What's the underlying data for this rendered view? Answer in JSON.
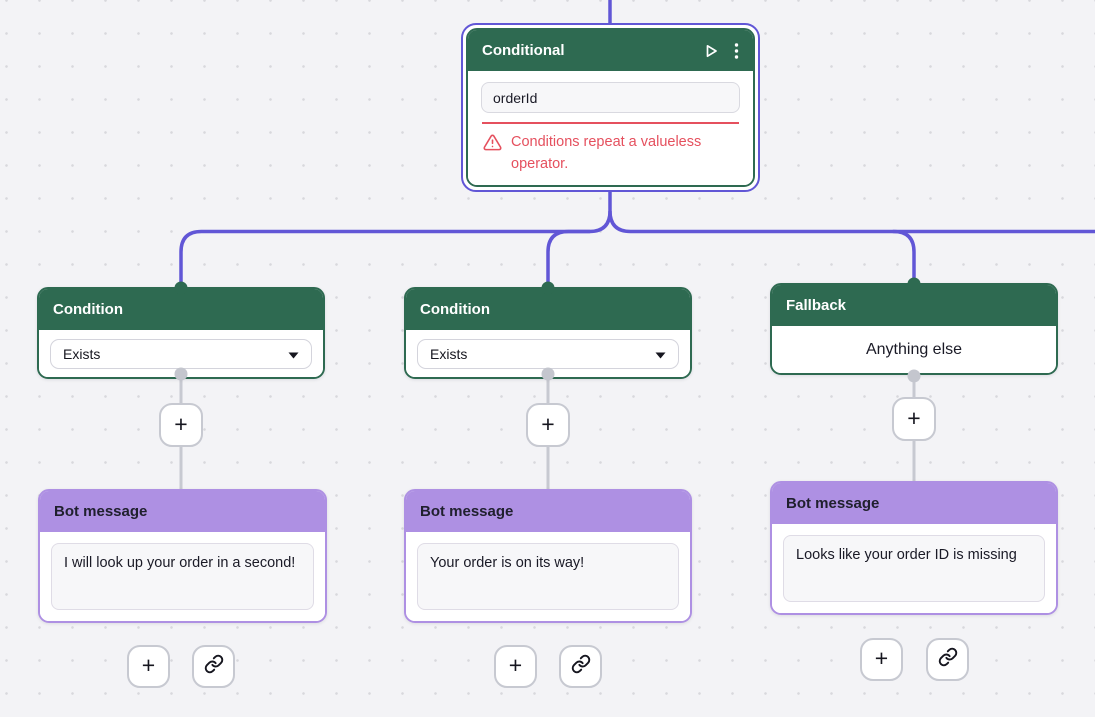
{
  "app": {
    "view": "chatbot-flow-canvas"
  },
  "colors": {
    "canvas_bg": "#f3f3f6",
    "grid_dot": "#d8d8dd",
    "node_green": "#2e6a51",
    "node_purple": "#ae90e3",
    "selection_purple": "#6156d6",
    "connector_purple": "#6156d6",
    "connector_gray": "#c7c9d1",
    "error_red": "#e5505e"
  },
  "conditional": {
    "title": "Conditional",
    "input_value": "orderId",
    "error_text": "Conditions repeat a valueless operator."
  },
  "branches": [
    {
      "title": "Condition",
      "operator": "Exists",
      "bot_title": "Bot message",
      "message": "I will look up your order in a second!"
    },
    {
      "title": "Condition",
      "operator": "Exists",
      "bot_title": "Bot message",
      "message": "Your order is on its way!"
    },
    {
      "title": "Fallback",
      "match_label": "Anything else",
      "bot_title": "Bot message",
      "message": "Looks like your order ID is missing"
    }
  ],
  "icons": {
    "plus": "+",
    "play": "play-icon",
    "kebab": "kebab-menu-icon",
    "link": "chain-link-icon",
    "warning": "warning-triangle-icon",
    "caret": "dropdown-caret-icon"
  }
}
